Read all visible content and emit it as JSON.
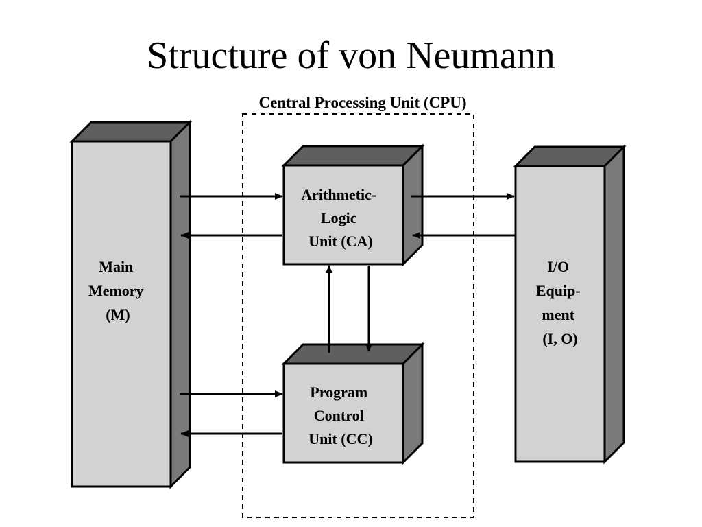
{
  "title": "Structure of von Neumann",
  "colors": {
    "box_front": "#d2d2d2",
    "box_top": "#5f5f5f",
    "box_side": "#7a7a7a",
    "stroke": "#000000"
  },
  "cpu": {
    "label": "Central Processing Unit (CPU)"
  },
  "main_memory": {
    "lines": [
      "Main",
      "Memory",
      "(M)"
    ]
  },
  "alu": {
    "lines": [
      "Arithmetic-",
      "Logic",
      "Unit (CA)"
    ]
  },
  "pcu": {
    "lines": [
      "Program",
      "Control",
      "Unit (CC)"
    ]
  },
  "io": {
    "lines": [
      "I/O",
      "Equip-",
      "ment",
      "(I, O)"
    ]
  },
  "connections": [
    {
      "from": "main_memory",
      "to": "alu"
    },
    {
      "from": "alu",
      "to": "main_memory"
    },
    {
      "from": "alu",
      "to": "io"
    },
    {
      "from": "io",
      "to": "alu"
    },
    {
      "from": "pcu",
      "to": "alu"
    },
    {
      "from": "alu",
      "to": "pcu"
    },
    {
      "from": "main_memory",
      "to": "pcu"
    },
    {
      "from": "pcu",
      "to": "main_memory"
    }
  ]
}
